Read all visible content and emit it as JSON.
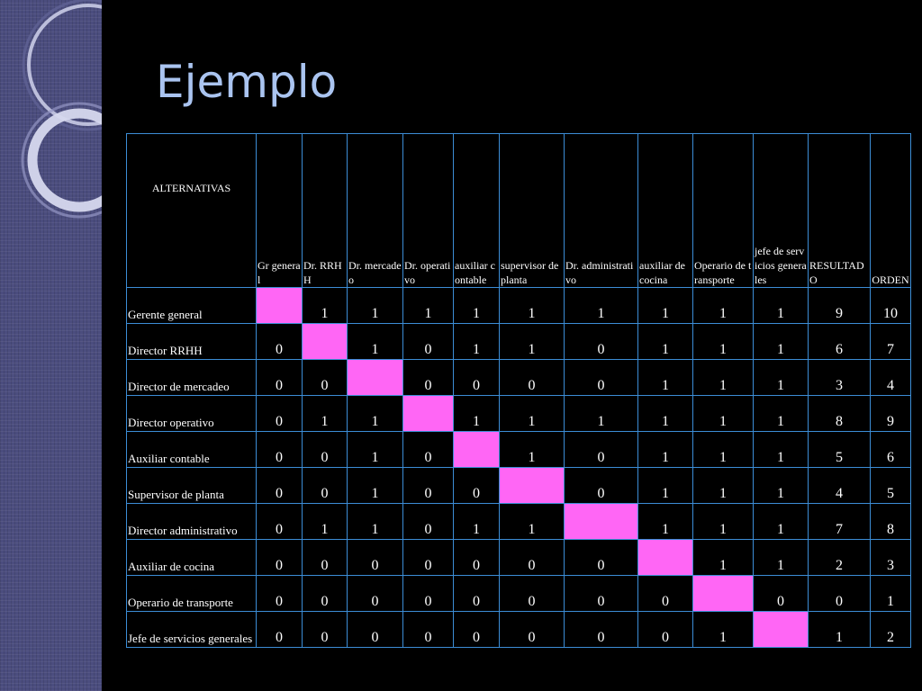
{
  "title": "Ejemplo",
  "colors": {
    "diagonal": "#ff66f5",
    "grid": "#3c8dd6",
    "title": "#aac4f0",
    "sidebar": "#4b4d7e"
  },
  "headers": [
    "ALTERNATIVAS",
    "Gr general",
    "Dr. RRHH",
    "Dr. mercadeo",
    "Dr. operativo",
    "auxiliar contable",
    "supervisor de planta",
    "Dr. administrativo",
    "auxiliar de cocina",
    "Operario de transporte",
    "jefe de servicios generales",
    "RESULTADO",
    "ORDEN"
  ],
  "rows": [
    {
      "label": "Gerente general",
      "cells": [
        "",
        "1",
        "1",
        "1",
        "1",
        "1",
        "1",
        "1",
        "1",
        "1",
        "9",
        "10"
      ]
    },
    {
      "label": "Director RRHH",
      "cells": [
        "0",
        "",
        "1",
        "0",
        "1",
        "1",
        "0",
        "1",
        "1",
        "1",
        "6",
        "7"
      ]
    },
    {
      "label": "Director de mercadeo",
      "cells": [
        "0",
        "0",
        "",
        "0",
        "0",
        "0",
        "0",
        "1",
        "1",
        "1",
        "3",
        "4"
      ]
    },
    {
      "label": "Director operativo",
      "cells": [
        "0",
        "1",
        "1",
        "",
        "1",
        "1",
        "1",
        "1",
        "1",
        "1",
        "8",
        "9"
      ]
    },
    {
      "label": "Auxiliar contable",
      "cells": [
        "0",
        "0",
        "1",
        "0",
        "",
        "1",
        "0",
        "1",
        "1",
        "1",
        "5",
        "6"
      ]
    },
    {
      "label": "Supervisor de planta",
      "cells": [
        "0",
        "0",
        "1",
        "0",
        "0",
        "",
        "0",
        "1",
        "1",
        "1",
        "4",
        "5"
      ]
    },
    {
      "label": "Director administrativo",
      "cells": [
        "0",
        "1",
        "1",
        "0",
        "1",
        "1",
        "",
        "1",
        "1",
        "1",
        "7",
        "8"
      ]
    },
    {
      "label": "Auxiliar de cocina",
      "cells": [
        "0",
        "0",
        "0",
        "0",
        "0",
        "0",
        "0",
        "",
        "1",
        "1",
        "2",
        "3"
      ]
    },
    {
      "label": "Operario de transporte",
      "cells": [
        "0",
        "0",
        "0",
        "0",
        "0",
        "0",
        "0",
        "0",
        "",
        "0",
        "0",
        "1"
      ]
    },
    {
      "label": "Jefe de servicios generales",
      "cells": [
        "0",
        "0",
        "0",
        "0",
        "0",
        "0",
        "0",
        "0",
        "1",
        "",
        "1",
        "2"
      ]
    }
  ]
}
